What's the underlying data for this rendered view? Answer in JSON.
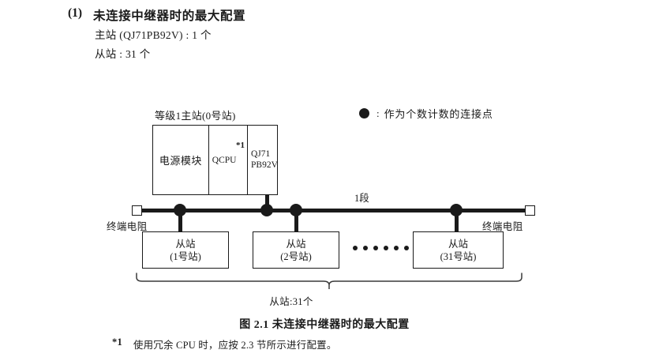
{
  "heading": {
    "number": "(1)",
    "title": "未连接中继器时的最大配置",
    "spec_master": "主站 (QJ71PB92V) : 1 个",
    "spec_slave": "从站 : 31 个"
  },
  "legend": {
    "icon": "filled-circle-icon",
    "colon": ":",
    "text": "作为个数计数的连接点"
  },
  "diagram": {
    "master_caption": "等级1主站(0号站)",
    "modules": [
      {
        "name": "power-supply-module",
        "label": "电源模块"
      },
      {
        "name": "qcpu-module",
        "label": "QCPU",
        "footnote_ref": "*1"
      },
      {
        "name": "master-network-module",
        "label": "QJ71\nPB92V",
        "line1": "QJ71",
        "line2": "PB92V"
      }
    ],
    "segment_label": "1段",
    "terminator_left_label": "终端电阻",
    "terminator_right_label": "终端电阻",
    "slaves": [
      {
        "name": "slave-station-1",
        "line1": "从站",
        "line2": "(1号站)"
      },
      {
        "name": "slave-station-2",
        "line1": "从站",
        "line2": "(2号站)"
      },
      {
        "name": "slave-station-31",
        "line1": "从站",
        "line2": "(31号站)"
      }
    ],
    "ellipsis_dot_count": 6,
    "brace_label": "从站:31个"
  },
  "figure": {
    "caption": "图 2.1  未连接中继器时的最大配置"
  },
  "footnote": {
    "marker": "*1",
    "text": "使用冗余 CPU 时，应按 2.3 节所示进行配置。"
  },
  "colors": {
    "ink": "#1a1a1a",
    "page": "#ffffff"
  }
}
